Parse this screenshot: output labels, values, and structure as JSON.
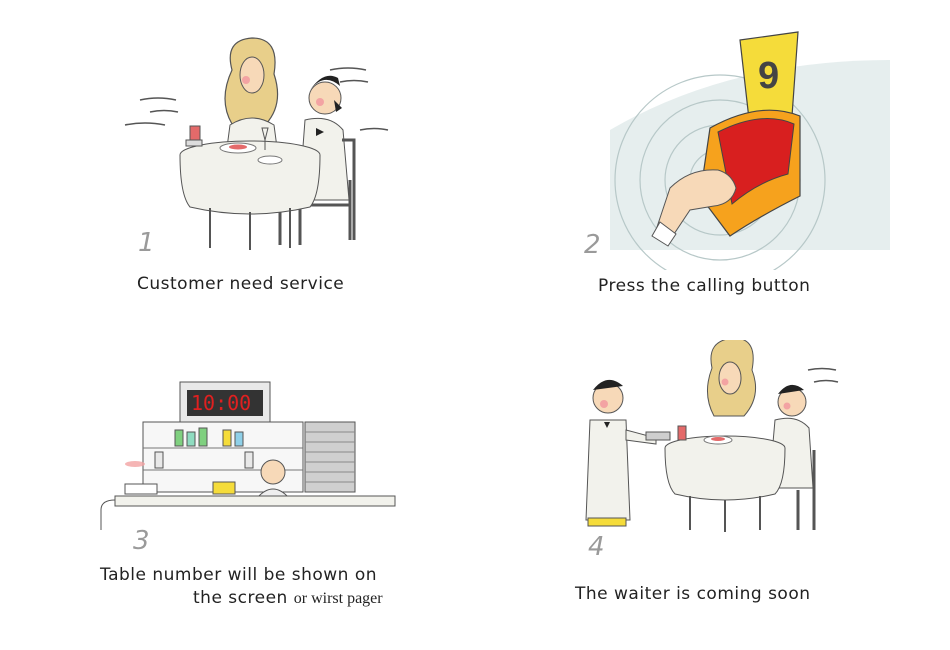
{
  "steps": [
    {
      "number": "1",
      "caption": "Customer need service"
    },
    {
      "number": "2",
      "caption": "Press the calling button",
      "pager_number": "9"
    },
    {
      "number": "3",
      "caption_line1": "Table number will be shown on",
      "caption_line2": "the screen",
      "caption_line2_extra": "or wirst pager",
      "display_text": "10:00"
    },
    {
      "number": "4",
      "caption": "The waiter is coming soon"
    }
  ],
  "colors": {
    "skin": "#f7d9b8",
    "hair": "#e8cf8a",
    "cloth": "#f2f2ec",
    "red": "#d81f1f",
    "orange": "#f6a21d",
    "yellow": "#f5dc3a",
    "display_red": "#e02020"
  }
}
